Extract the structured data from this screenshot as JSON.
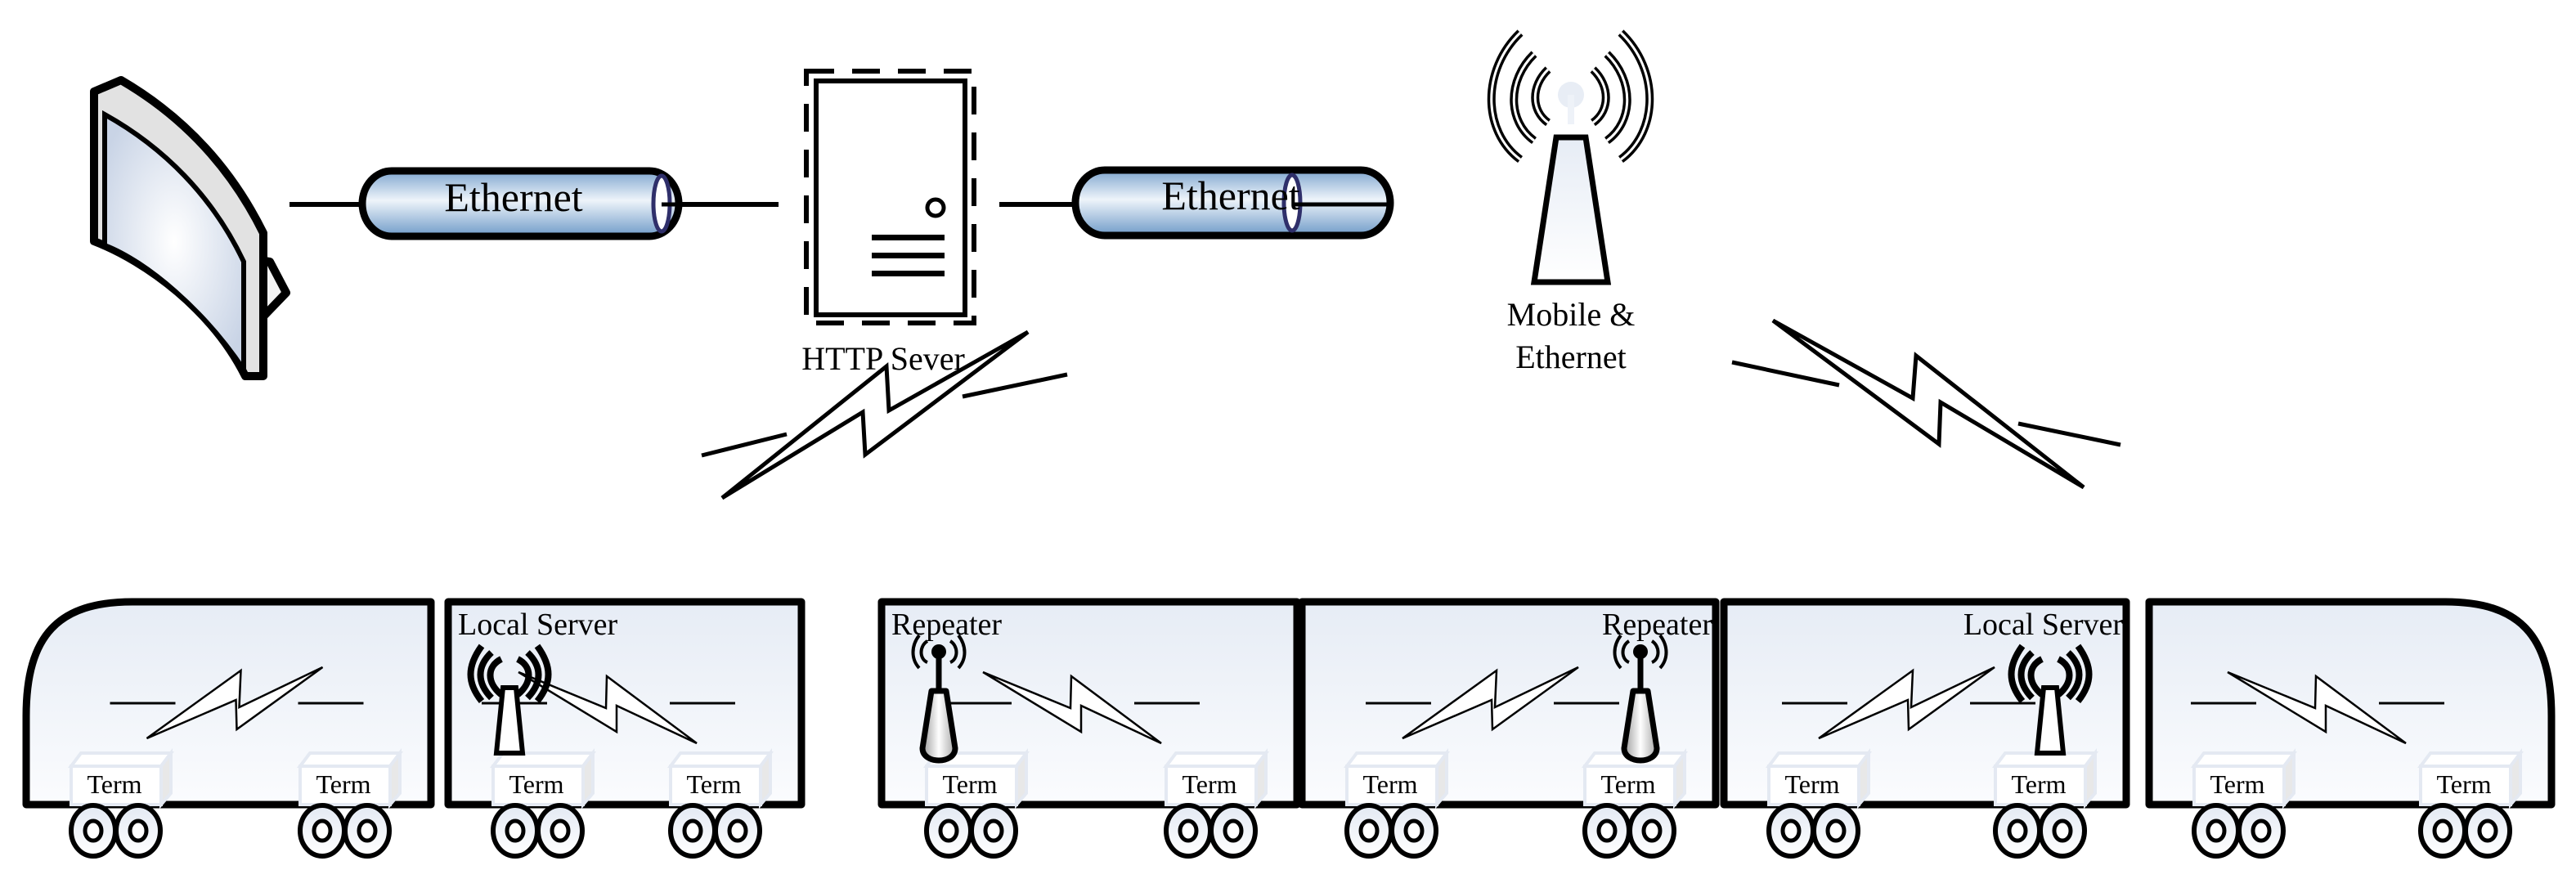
{
  "diagram": {
    "type": "network-topology",
    "top_row": {
      "client": {
        "icon": "monitor-icon"
      },
      "links": [
        {
          "label": "Ethernet",
          "icon": "cable-cylinder-icon"
        },
        {
          "label": "Ethernet",
          "icon": "cable-cylinder-icon"
        }
      ],
      "http_server": {
        "label": "HTTP Sever",
        "icon": "server-tower-icon"
      },
      "base_station": {
        "label_line1": "Mobile &",
        "label_line2": "Ethernet",
        "icon": "radio-tower-icon"
      }
    },
    "wireless_links": [
      {
        "icon": "lightning-bolt-icon",
        "connects": "base_station-to-train-left"
      },
      {
        "icon": "lightning-bolt-icon",
        "connects": "base_station-to-train-right"
      }
    ],
    "train": {
      "cars": [
        {
          "shape": "head-left",
          "device_label": "",
          "device": "none",
          "terminals": [
            "Term",
            "Term"
          ],
          "bolt_direction": "up-right"
        },
        {
          "shape": "box",
          "device_label": "Local Server",
          "device": "local-server-antenna",
          "device_side": "left",
          "terminals": [
            "Term",
            "Term"
          ],
          "bolt_direction": "down-right"
        },
        {
          "shape": "box",
          "device_label": "Repeater",
          "device": "repeater-antenna",
          "device_side": "left",
          "terminals": [
            "Term",
            "Term"
          ],
          "bolt_direction": "down-right"
        },
        {
          "shape": "box",
          "device_label": "Repeater",
          "device": "repeater-antenna",
          "device_side": "right",
          "terminals": [
            "Term",
            "Term"
          ],
          "bolt_direction": "up-right"
        },
        {
          "shape": "box",
          "device_label": "Local Server",
          "device": "local-server-antenna",
          "device_side": "right",
          "terminals": [
            "Term",
            "Term"
          ],
          "bolt_direction": "up-right"
        },
        {
          "shape": "head-right",
          "device_label": "",
          "device": "none",
          "terminals": [
            "Term",
            "Term"
          ],
          "bolt_direction": "down-right"
        }
      ]
    },
    "colors": {
      "stroke": "#000000",
      "car_fill_top": "#e6ecf5",
      "car_fill_bottom": "#fbfcfe",
      "cable_blue_dark": "#7fa6cf",
      "cable_blue_light": "#e9f1f9",
      "cable_ring": "#2f2f6a",
      "term_box": "#ffffff",
      "term_box_edge": "#e4e9f2"
    }
  }
}
